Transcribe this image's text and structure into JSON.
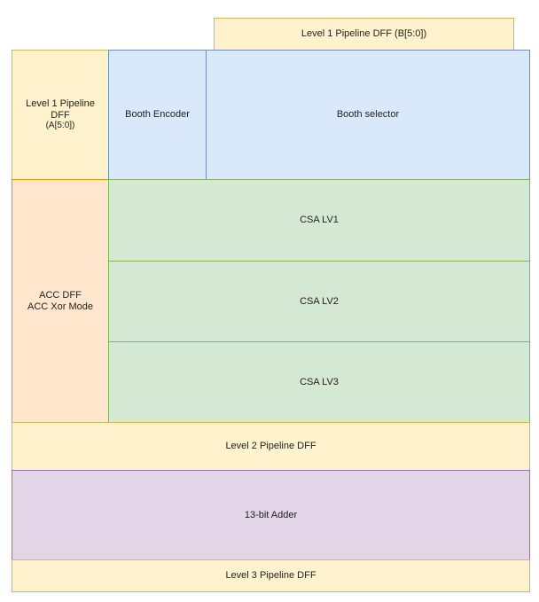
{
  "blocks": {
    "dff_b": "Level 1 Pipeline DFF (B[5:0])",
    "dff_a_line1": "Level 1 Pipeline",
    "dff_a_line2": "DFF",
    "dff_a_line3": "(A[5:0])",
    "booth_encoder": "Booth Encoder",
    "booth_selector": "Booth selector",
    "acc_line1": "ACC DFF",
    "acc_line2": "ACC Xor Mode",
    "csa_lv1": "CSA LV1",
    "csa_lv2": "CSA LV2",
    "csa_lv3": "CSA LV3",
    "level2": "Level 2 Pipeline DFF",
    "adder": "13-bit Adder",
    "level3": "Level 3 Pipeline DFF"
  },
  "colors": {
    "yellow_fill": "#fff2cc",
    "yellow_stroke": "#d6b656",
    "blue_fill": "#dae8fc",
    "blue_stroke": "#6c8ebf",
    "green_fill": "#d5e8d4",
    "green_stroke": "#82b366",
    "orange_fill": "#ffe6cc",
    "orange_stroke": "#d79b00",
    "purple_fill": "#e1d5e7",
    "purple_stroke": "#9673a6"
  }
}
